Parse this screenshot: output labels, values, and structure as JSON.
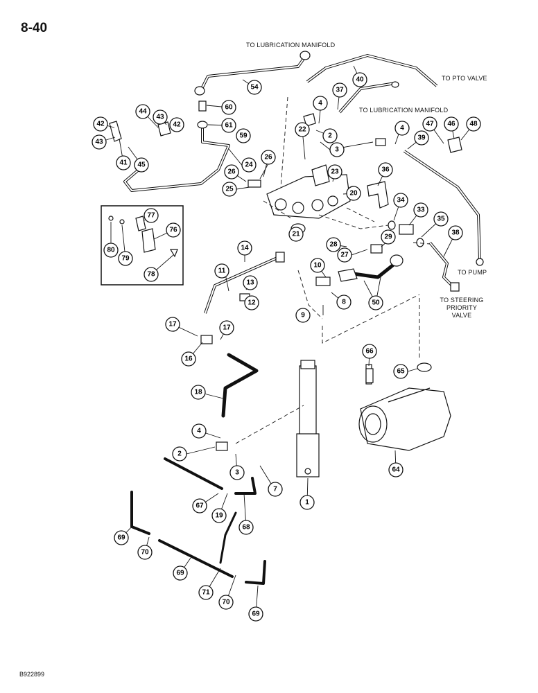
{
  "page": {
    "number": "8-40",
    "code": "B922899"
  },
  "labels": {
    "lube_manifold_top": "TO LUBRICATION MANIFOLD",
    "lube_manifold_mid": "TO LUBRICATION MANIFOLD",
    "pto_valve": "TO PTO VALVE",
    "pump": "TO PUMP",
    "steering_priority": "TO STEERING\nPRIORITY\nVALVE"
  },
  "callouts": [
    "1",
    "2",
    "2",
    "3",
    "3",
    "4",
    "4",
    "4",
    "7",
    "8",
    "9",
    "10",
    "11",
    "12",
    "13",
    "14",
    "16",
    "17",
    "17",
    "18",
    "19",
    "20",
    "21",
    "22",
    "23",
    "24",
    "25",
    "26",
    "26",
    "27",
    "28",
    "29",
    "33",
    "34",
    "35",
    "36",
    "37",
    "38",
    "39",
    "40",
    "41",
    "42",
    "42",
    "43",
    "43",
    "44",
    "45",
    "46",
    "47",
    "48",
    "50",
    "54",
    "59",
    "60",
    "61",
    "64",
    "65",
    "66",
    "67",
    "68",
    "69",
    "69",
    "69",
    "70",
    "70",
    "71",
    "76",
    "77",
    "78",
    "79",
    "80"
  ]
}
